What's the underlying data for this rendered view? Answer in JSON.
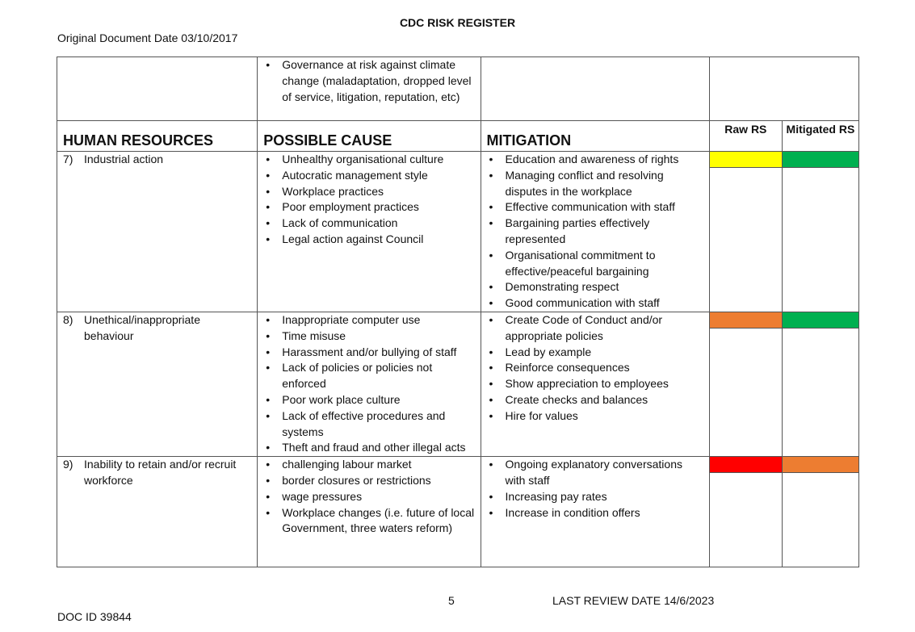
{
  "header": {
    "title": "CDC RISK REGISTER",
    "original_date": "Original Document Date 03/10/2017"
  },
  "table": {
    "carryover": {
      "causes": [
        "Governance at risk against climate change (maladaptation, dropped level of service, litigation, reputation, etc)"
      ]
    },
    "columns": {
      "category": "HUMAN RESOURCES",
      "cause": "POSSIBLE CAUSE",
      "mitigation": "MITIGATION",
      "raw": "Raw RS",
      "mitigated": "Mitigated RS"
    },
    "rows": [
      {
        "num": "7)",
        "risk": "Industrial action",
        "causes": [
          "Unhealthy organisational culture",
          "Autocratic management style",
          "Workplace practices",
          "Poor employment practices",
          "Lack of communication",
          "Legal action against Council"
        ],
        "mitigations": [
          "Education and awareness of rights",
          "Managing conflict and resolving disputes in the workplace",
          "Effective communication with staff",
          "Bargaining parties effectively represented",
          "Organisational commitment to effective/peaceful bargaining",
          "Demonstrating respect",
          "Good communication with staff"
        ],
        "raw_color": "#FFFF00",
        "mitigated_color": "#00B050"
      },
      {
        "num": "8)",
        "risk": "Unethical/inappropriate behaviour",
        "causes": [
          "Inappropriate computer use",
          "Time misuse",
          "Harassment and/or bullying of staff",
          "Lack of policies or policies not enforced",
          "Poor work place culture",
          "Lack of effective procedures and systems",
          "Theft and fraud and other illegal acts"
        ],
        "mitigations": [
          "Create Code of Conduct and/or appropriate policies",
          "Lead by example",
          "Reinforce consequences",
          "Show appreciation to employees",
          "Create checks and balances",
          "Hire for values"
        ],
        "raw_color": "#ED7D31",
        "mitigated_color": "#00B050"
      },
      {
        "num": "9)",
        "risk": "Inability to retain and/or recruit workforce",
        "causes": [
          "challenging labour market",
          "border closures or restrictions",
          "wage pressures",
          "Workplace changes (i.e. future of local Government, three waters reform)"
        ],
        "mitigations": [
          "Ongoing explanatory conversations with staff",
          "Increasing pay rates",
          "Increase in condition offers"
        ],
        "raw_color": "#FF0000",
        "mitigated_color": "#ED7D31"
      }
    ]
  },
  "footer": {
    "page": "5",
    "review": "LAST REVIEW DATE 14/6/2023",
    "doc_id": "DOC ID 39844"
  }
}
